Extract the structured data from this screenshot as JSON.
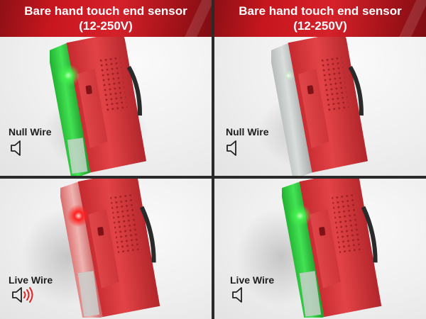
{
  "panels": {
    "top_left": {
      "banner_line1": "Bare hand touch end sensor",
      "banner_line2": "(12-250V)",
      "wire_label": "Null Wire",
      "speaker_icon": "speaker-muted-icon",
      "indicator": "green",
      "indicator_color": "#39e94a"
    },
    "top_right": {
      "banner_line1": "Bare hand touch end sensor",
      "banner_line2": "(12-250V)",
      "wire_label": "Null Wire",
      "speaker_icon": "speaker-muted-icon",
      "indicator": "off",
      "indicator_color": "#c9d7c9"
    },
    "bottom_left": {
      "wire_label": "Live Wire",
      "speaker_icon": "speaker-sound-icon",
      "indicator": "red",
      "indicator_color": "#ff2a2a"
    },
    "bottom_right": {
      "wire_label": "Live Wire",
      "speaker_icon": "speaker-muted-icon",
      "indicator": "green",
      "indicator_color": "#39e94a"
    }
  },
  "colors": {
    "banner_red": "#c8161e",
    "device_red": "#de3b3f",
    "device_dark_red": "#a9252b",
    "sound_waves": "#e0231f"
  }
}
